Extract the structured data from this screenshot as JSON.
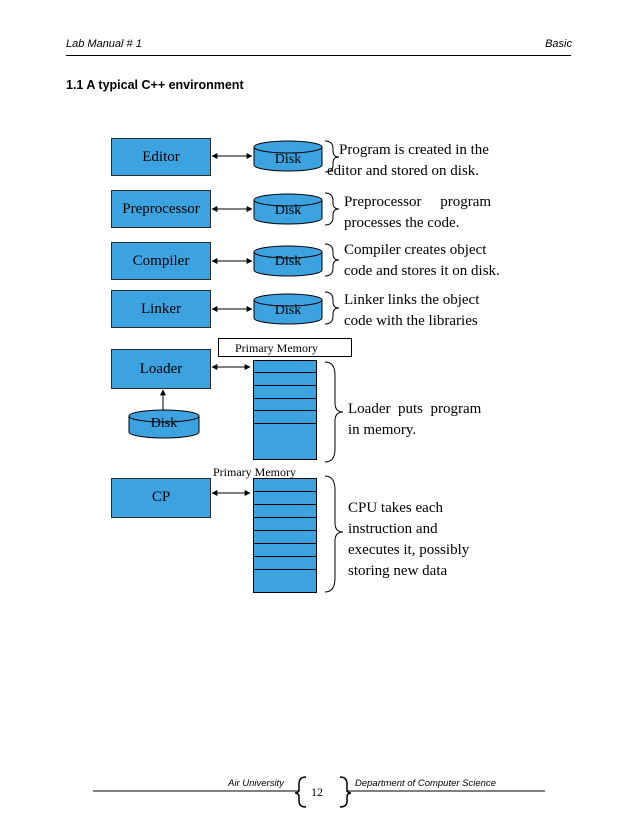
{
  "header": {
    "left": "Lab Manual # 1",
    "right": "Basic"
  },
  "section_title": "1.1 A typical C++ environment",
  "diagram": {
    "stages": [
      {
        "name": "Editor",
        "disk": "Disk",
        "desc_line1": "Program is created in the",
        "desc_line2": "editor and stored on disk."
      },
      {
        "name": "Preprocessor",
        "disk": "Disk",
        "desc_line1": "Preprocessor     program",
        "desc_line2": "processes the code."
      },
      {
        "name": "Compiler",
        "disk": "Disk",
        "desc_line1": "Compiler creates object",
        "desc_line2": "code and stores it on disk."
      },
      {
        "name": "Linker",
        "disk": "Disk",
        "desc_line1": "Linker links the object",
        "desc_line2": "code with the libraries"
      }
    ],
    "loader": {
      "name": "Loader",
      "disk": "Disk",
      "memory_label": "Primary Memory",
      "desc_line1": "Loader  puts  program",
      "desc_line2": "in memory."
    },
    "cpu": {
      "name": "CP",
      "memory_label": "Primary Memory",
      "desc_lines": [
        "CPU takes each",
        "instruction and",
        "executes it, possibly",
        "storing new data"
      ]
    },
    "box_color": "#3da3e0"
  },
  "footer": {
    "left": "Air University",
    "page": "12",
    "right": "Department of Computer Science"
  }
}
